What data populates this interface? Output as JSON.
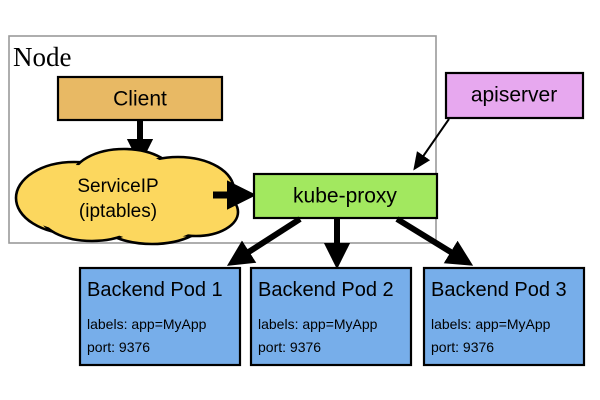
{
  "diagram": {
    "node_frame": {
      "label": "Node"
    },
    "client": {
      "label": "Client",
      "fill": "#e8b964",
      "stroke": "#000000"
    },
    "serviceip": {
      "line1": "ServiceIP",
      "line2": "(iptables)",
      "fill": "#fcd75e",
      "stroke": "#000000"
    },
    "kube_proxy": {
      "label": "kube-proxy",
      "fill": "#a2e85f",
      "stroke": "#000000"
    },
    "apiserver": {
      "label": "apiserver",
      "fill": "#e7a8ef",
      "stroke": "#000000"
    },
    "pods": [
      {
        "title": "Backend Pod 1",
        "labels": "labels: app=MyApp",
        "port": "port: 9376",
        "fill": "#77aeea",
        "stroke": "#000000"
      },
      {
        "title": "Backend Pod 2",
        "labels": "labels: app=MyApp",
        "port": "port: 9376",
        "fill": "#77aeea",
        "stroke": "#000000"
      },
      {
        "title": "Backend Pod 3",
        "labels": "labels: app=MyApp",
        "port": "port: 9376",
        "fill": "#77aeea",
        "stroke": "#000000"
      }
    ],
    "connections": [
      {
        "from": "client",
        "to": "serviceip"
      },
      {
        "from": "serviceip",
        "to": "kube-proxy"
      },
      {
        "from": "apiserver",
        "to": "kube-proxy"
      },
      {
        "from": "kube-proxy",
        "to": "backend-pod-1"
      },
      {
        "from": "kube-proxy",
        "to": "backend-pod-2"
      },
      {
        "from": "kube-proxy",
        "to": "backend-pod-3"
      }
    ]
  }
}
